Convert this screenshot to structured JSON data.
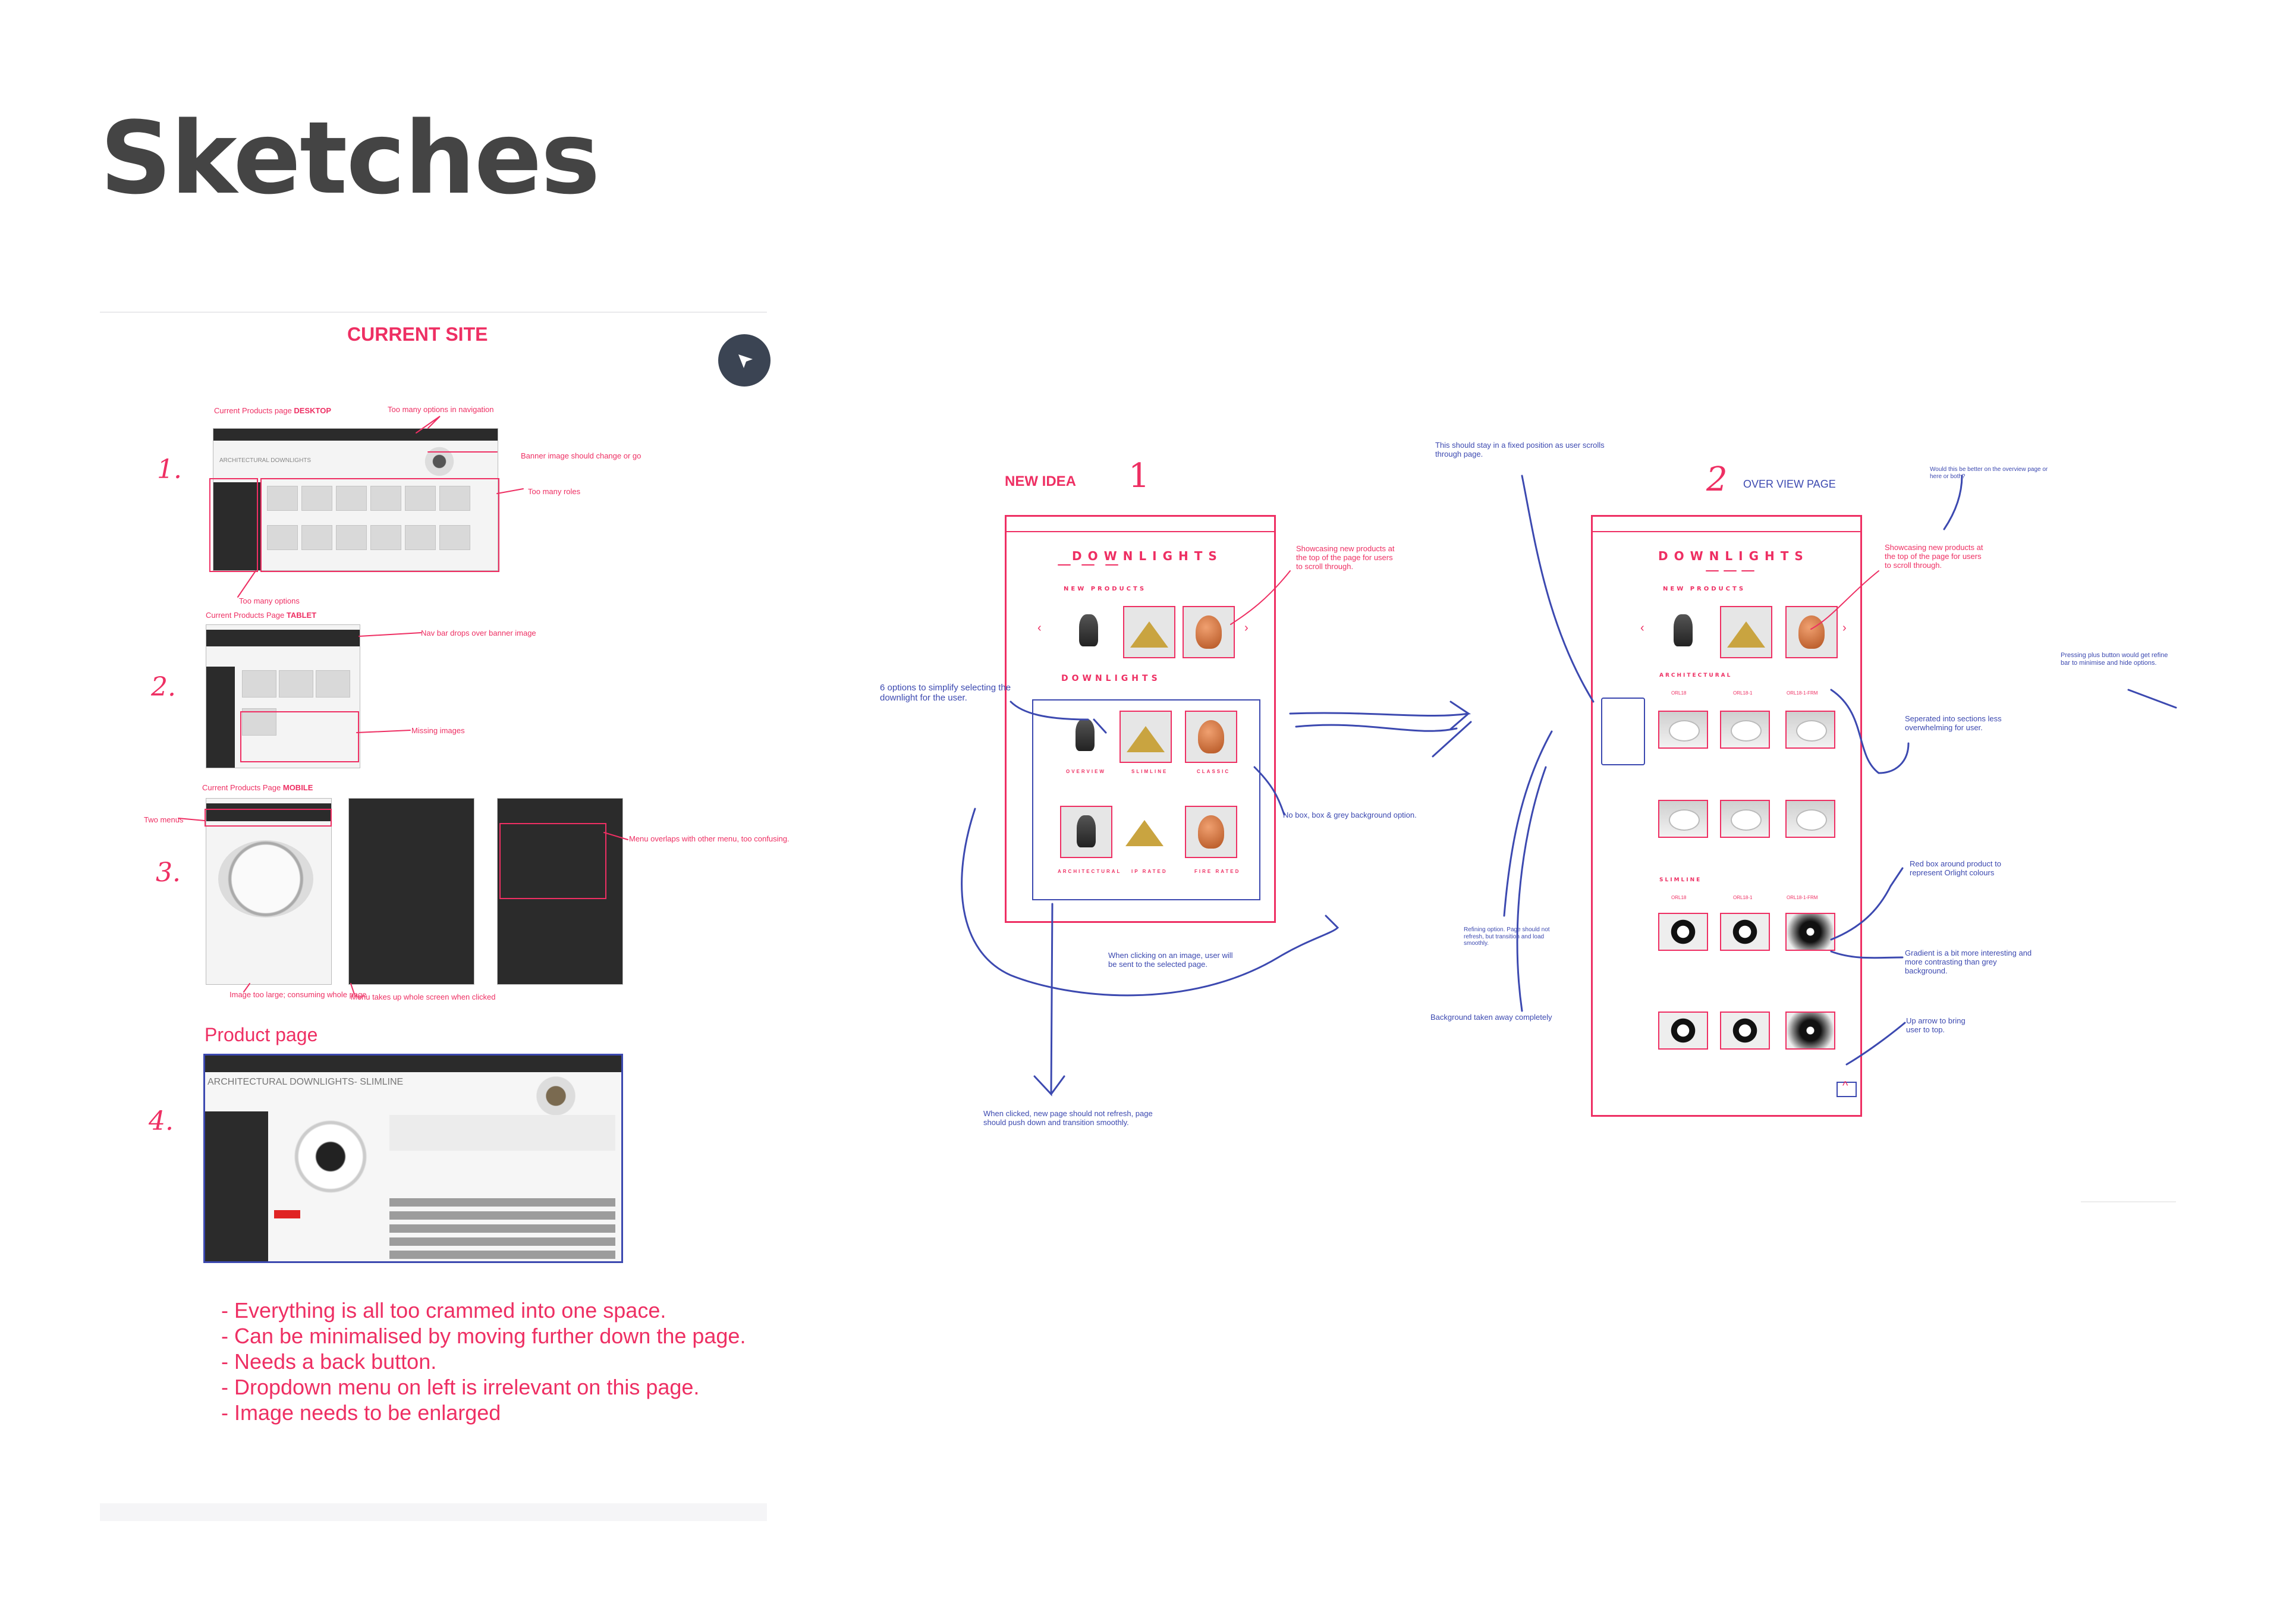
{
  "page": {
    "title": "Sketches"
  },
  "current_site": {
    "heading": "CURRENT SITE",
    "desktop": {
      "caption_prefix": "Current Products page ",
      "caption_strong": "DESKTOP",
      "notes": [
        "Too many options in navigation",
        "Banner image should change or go",
        "Too many roles",
        "Too many options"
      ],
      "page_heading": "ARCHITECTURAL DOWNLIGHTS",
      "number": "1."
    },
    "tablet": {
      "caption_prefix": "Current Products Page ",
      "caption_strong": "TABLET",
      "notes": [
        "Nav bar drops over banner image",
        "Missing images"
      ],
      "number": "2."
    },
    "mobile": {
      "caption_prefix": "Current Products Page ",
      "caption_strong": "MOBILE",
      "notes": [
        "Two menus",
        "Menu overlaps with other menu, too confusing.",
        "Image too large; consuming whole page",
        "Menu takes up whole screen when clicked"
      ],
      "number": "3."
    },
    "product_page": {
      "heading": "Product page",
      "page_heading": "ARCHITECTURAL DOWNLIGHTS- SLIMLINE",
      "number": "4."
    },
    "bullets": [
      "- Everything is all too crammed into one space.",
      "- Can be minimalised by moving further down the page.",
      "- Needs a back button.",
      "- Dropdown menu on left is irrelevant on this page.",
      "- Image needs to be enlarged"
    ]
  },
  "new_idea": {
    "heading": "NEW IDEA",
    "number": "1",
    "wireframe": {
      "heading": "DOWNLIGHTS",
      "new_products": "NEW PRODUCTS",
      "downlights": "DOWNLIGHTS",
      "labels": [
        "OVERVIEW",
        "SLIMLINE",
        "CLASSIC",
        "ARCHITECTURAL",
        "IP RATED",
        "FIRE RATED"
      ]
    },
    "notes": {
      "showcase": "Showcasing new products at the top of the page for users to scroll through.",
      "six_options": "6 options to simplify selecting the downlight for the user.",
      "no_box": "No box, box & grey background option.",
      "click_image": "When clicking on an image, user will be sent to the selected page.",
      "no_refresh": "When clicked, new page should not refresh, page should push down and transition smoothly."
    }
  },
  "overview": {
    "number": "2",
    "heading": "OVER VIEW PAGE",
    "wireframe": {
      "heading": "DOWNLIGHTS",
      "new_products": "NEW PRODUCTS",
      "architectural": "ARCHITECTURAL",
      "slimline": "SLIMLINE",
      "col_titles": [
        "ORL18",
        "ORL18-1",
        "ORL18-1-FRM"
      ]
    },
    "notes": {
      "fixed": "This should stay in a fixed position as user scrolls through page.",
      "better_where": "Would this be better on the overview page or here or both?",
      "showcase": "Showcasing new products at the top of the page for users to scroll through.",
      "plus": "Pressing plus button would get refine bar to minimise and hide options.",
      "sections": "Seperated into sections less overwhelming for user.",
      "refining": "Refining option. Page should not refresh, but transition and load smoothly.",
      "background": "Background taken away completely",
      "red_box": "Red box around product to represent Orlight colours",
      "gradient": "Gradient is a bit more interesting and more contrasting than grey background.",
      "up_arrow": "Up arrow to bring user to top."
    }
  },
  "icons": {
    "cursor": "cursor-arrow-icon",
    "arrow_left": "chevron-left-icon",
    "arrow_right": "chevron-right-icon",
    "up": "chevron-up-icon"
  },
  "colors": {
    "pink": "#ee2f63",
    "blue": "#3c49b0",
    "title": "#444444"
  }
}
